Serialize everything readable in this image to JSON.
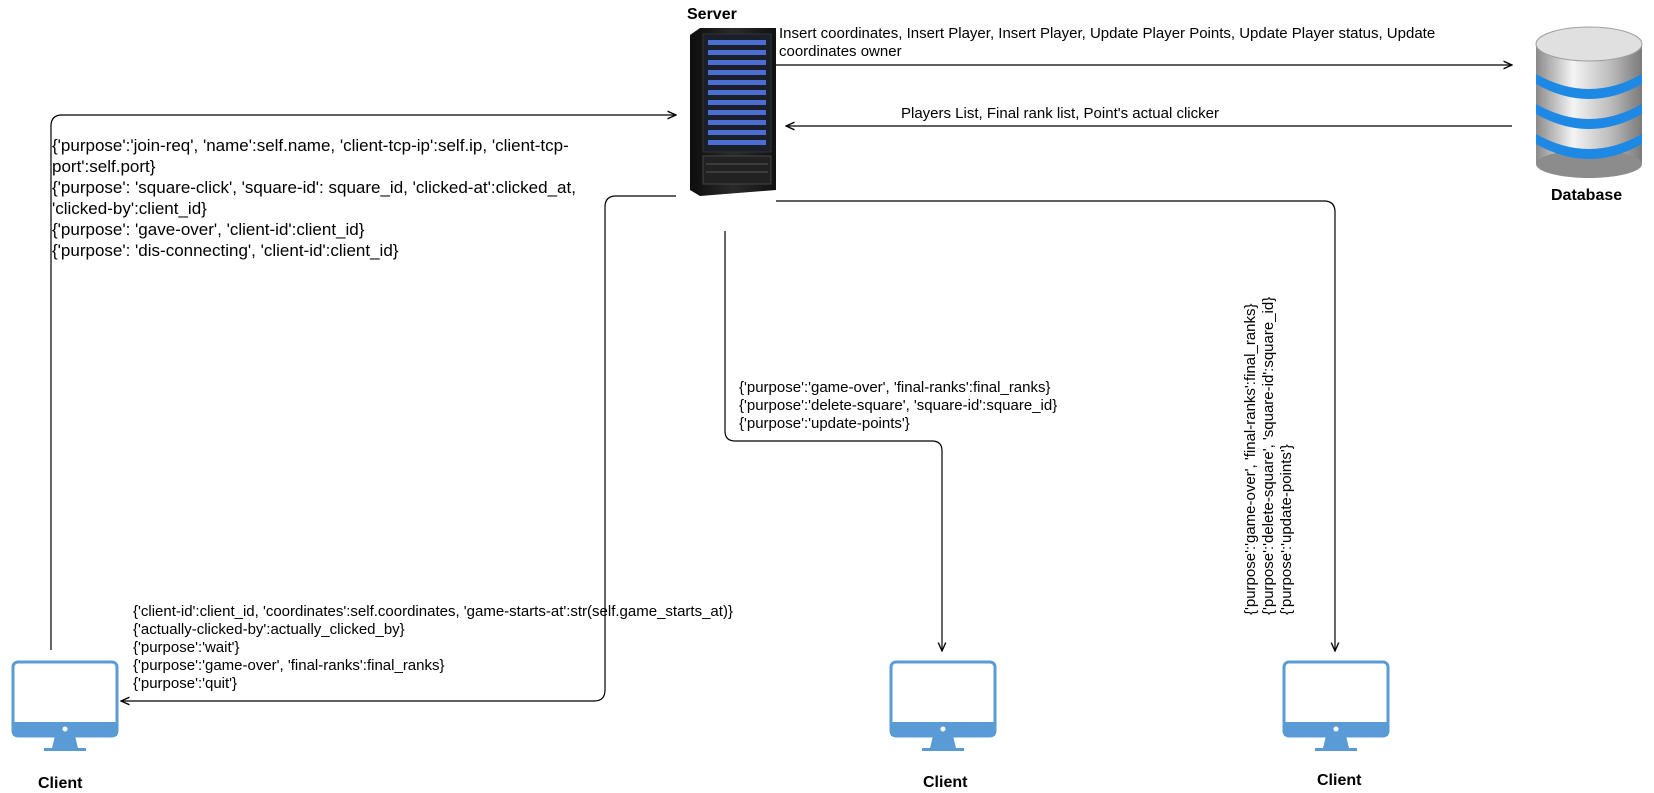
{
  "nodes": {
    "server": "Server",
    "database": "Database",
    "client_left": "Client",
    "client_middle": "Client",
    "client_right": "Client"
  },
  "edges": {
    "server_to_db": [
      "Insert coordinates, Insert Player, Insert Player, Update Player Points, Update Player status, Update",
      "coordinates owner"
    ],
    "db_to_server": "Players List, Final rank list, Point's actual clicker",
    "left_client_to_server": [
      "{'purpose':'join-req', 'name':self.name, 'client-tcp-ip':self.ip, 'client-tcp-",
      "port':self.port}",
      "{'purpose': 'square-click', 'square-id': square_id, 'clicked-at':clicked_at,",
      "'clicked-by':client_id}",
      "{'purpose': 'gave-over', 'client-id':client_id}",
      "{'purpose': 'dis-connecting', 'client-id':client_id}"
    ],
    "server_to_left_client": [
      "{'client-id':client_id, 'coordinates':self.coordinates, 'game-starts-at':str(self.game_starts_at)}",
      "{'actually-clicked-by':actually_clicked_by}",
      "{'purpose':'wait'}",
      "{'purpose':'game-over', 'final-ranks':final_ranks}",
      "{'purpose':'quit'}"
    ],
    "server_to_middle_client": [
      "{'purpose':'game-over', 'final-ranks':final_ranks}",
      "{'purpose':'delete-square', 'square-id':square_id}",
      "{'purpose':'update-points'}"
    ],
    "server_to_right_client": [
      "{'purpose':'game-over', 'final-ranks':final_ranks}",
      "{'purpose':'delete-square', 'square-id':square_id}",
      "{'purpose':'update-points'}"
    ]
  },
  "icons": {
    "server": "server-rack-icon",
    "database": "database-cylinder-icon",
    "client": "desktop-monitor-icon"
  },
  "colors": {
    "monitor_blue": "#5b9bd5",
    "database_blue": "#1e88e5",
    "rack_dark": "#1a1a1a",
    "line": "#000000"
  }
}
